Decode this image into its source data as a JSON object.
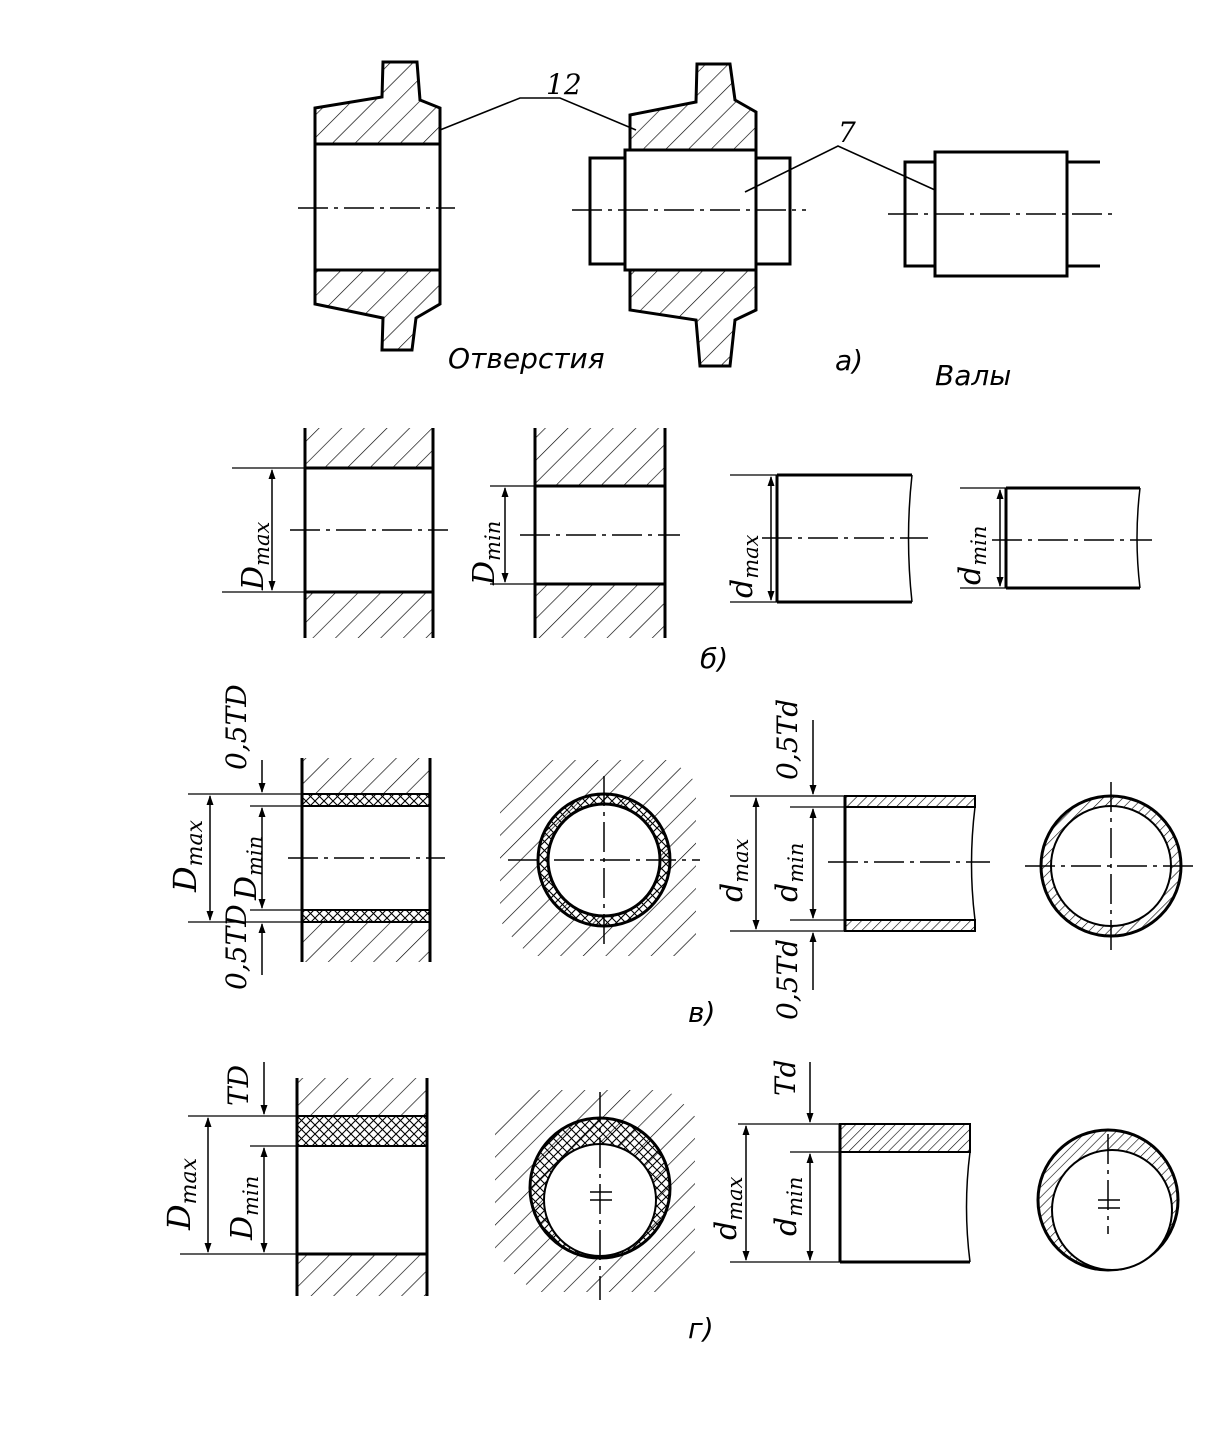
{
  "callouts": {
    "fit_part": "12",
    "shaft_part": "7"
  },
  "captions": {
    "holes": "Отверстия",
    "shafts": "Валы",
    "a": "а)",
    "b": "б)",
    "v": "в)",
    "g": "г)"
  },
  "dims": {
    "D_max": "D",
    "D_max_sub": "max",
    "D_min": "D",
    "D_min_sub": "min",
    "d_max": "d",
    "d_max_sub": "max",
    "d_min": "d",
    "d_min_sub": "min",
    "half_TD": "0,5TD",
    "half_Td": "0,5Td",
    "TD": "TD",
    "Td": "Td"
  },
  "colors": {
    "line": "#000000",
    "paper": "#ffffff"
  }
}
